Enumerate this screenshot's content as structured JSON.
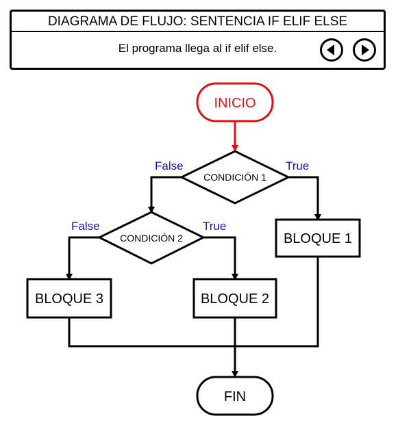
{
  "header": {
    "title": "DIAGRAMA DE FLUJO: SENTENCIA IF ELIF ELSE",
    "message": "El programa llega al if elif else.",
    "prev_icon": "triangle-left-icon",
    "next_icon": "triangle-right-icon"
  },
  "flowchart": {
    "start": "INICIO",
    "condition1": "CONDICIÓN 1",
    "condition2": "CONDICIÓN 2",
    "block1": "BLOQUE 1",
    "block2": "BLOQUE 2",
    "block3": "BLOQUE 3",
    "end": "FIN",
    "cond1_true": "True",
    "cond1_false": "False",
    "cond2_true": "True",
    "cond2_false": "False"
  },
  "colors": {
    "active": "#e01010",
    "branch_label": "#1010e0",
    "stroke": "#000000"
  }
}
